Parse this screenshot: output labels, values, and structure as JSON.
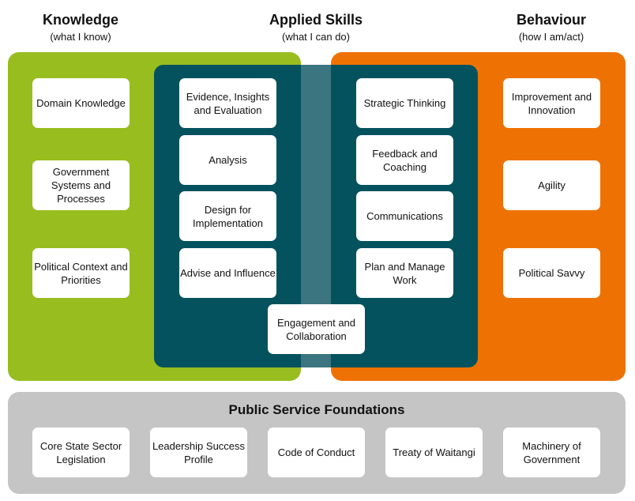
{
  "headers": [
    {
      "title": "Knowledge",
      "subtitle": "(what I know)"
    },
    {
      "title": "Applied Skills",
      "subtitle": "(what I can do)"
    },
    {
      "title": "Behaviour",
      "subtitle": "(how I am/act)"
    }
  ],
  "knowledge": [
    "Domain Knowledge",
    "Government Systems and Processes",
    "Political Context and Priorities"
  ],
  "skills_left": [
    "Evidence, Insights and Evaluation",
    "Analysis",
    "Design for Implementation",
    "Advise and Influence"
  ],
  "skills_right": [
    "Strategic Thinking",
    "Feedback and Coaching",
    "Communications",
    "Plan and Manage Work"
  ],
  "skills_shared": "Engagement and Collaboration",
  "behaviour": [
    "Improvement and Innovation",
    "Agility",
    "Political Savvy"
  ],
  "foundations": {
    "title": "Public Service Foundations",
    "items": [
      "Core State Sector Legislation",
      "Leadership Success Profile",
      "Code of Conduct",
      "Treaty of Waitangi",
      "Machinery of Government"
    ]
  },
  "colors": {
    "knowledge": "#97bd1f",
    "behaviour": "#ee7203",
    "skills": "#03525e",
    "overlap": "#3b7580",
    "foundations": "#c5c5c5"
  }
}
